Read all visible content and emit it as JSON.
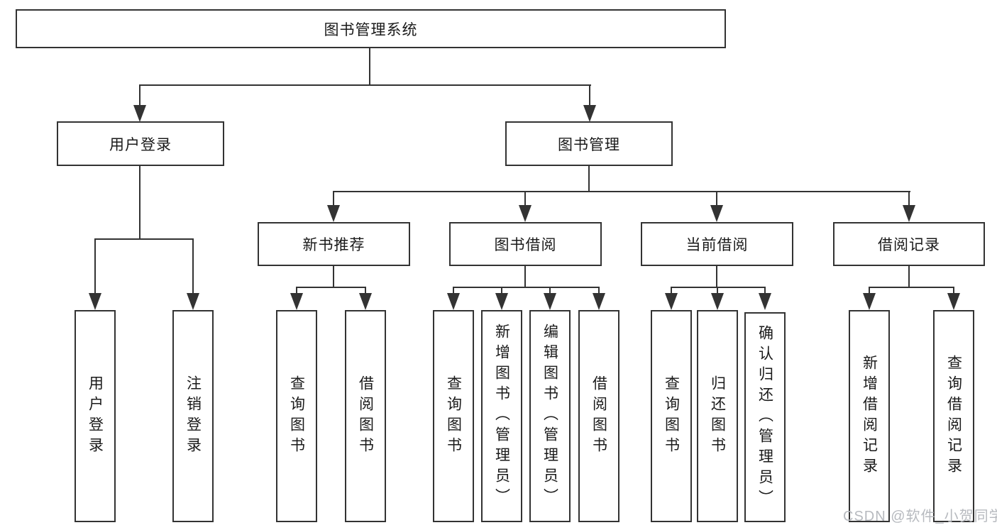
{
  "tree": {
    "root": {
      "label": "图书管理系统",
      "children": [
        {
          "label": "用户登录",
          "children": [
            {
              "label": "用户登录"
            },
            {
              "label": "注销登录"
            }
          ]
        },
        {
          "label": "图书管理",
          "children": [
            {
              "label": "新书推荐",
              "children": [
                {
                  "label": "查询图书"
                },
                {
                  "label": "借阅图书"
                }
              ]
            },
            {
              "label": "图书借阅",
              "children": [
                {
                  "label": "查询图书"
                },
                {
                  "label": "新增图书（管理员）"
                },
                {
                  "label": "编辑图书（管理员）"
                },
                {
                  "label": "借阅图书"
                }
              ]
            },
            {
              "label": "当前借阅",
              "children": [
                {
                  "label": "查询图书"
                },
                {
                  "label": "归还图书"
                },
                {
                  "label": "确认归还（管理员）"
                }
              ]
            },
            {
              "label": "借阅记录",
              "children": [
                {
                  "label": "新增借阅记录"
                },
                {
                  "label": "查询借阅记录"
                }
              ]
            }
          ]
        }
      ]
    }
  },
  "watermark": "CSDN @软件_小贺同学",
  "colors": {
    "line": "#333333",
    "text": "#1a1a1a",
    "background": "#ffffff",
    "watermark": "#b7babf"
  }
}
